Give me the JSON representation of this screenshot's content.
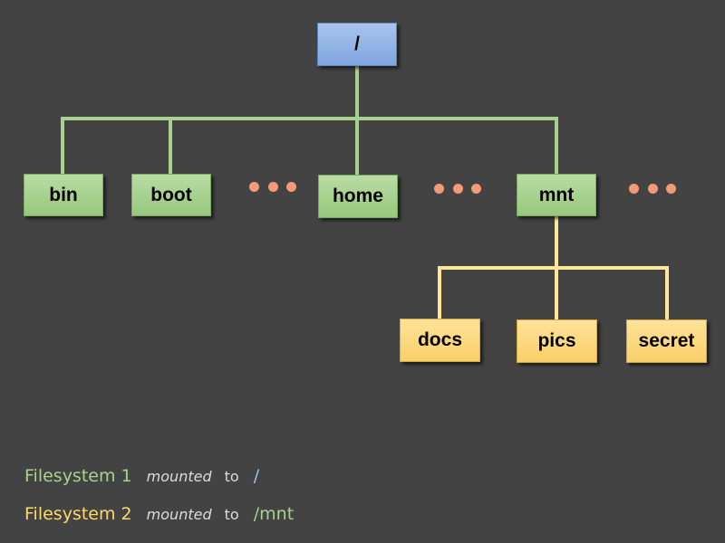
{
  "colors": {
    "background": "#434343",
    "root_fill": "#9dbbe9",
    "fs1_fill": "#aad492",
    "fs2_fill": "#ffdb83",
    "fs1_line": "#a9d18e",
    "fs2_line": "#ffe699",
    "dot": "#f39a76",
    "fs1_text": "#a9d18e",
    "fs2_text": "#ffd966",
    "root_text": "#9dc3e6"
  },
  "tree": {
    "root": {
      "label": "/"
    },
    "level1": [
      {
        "label": "bin"
      },
      {
        "label": "boot"
      },
      {
        "label": "home"
      },
      {
        "label": "mnt"
      }
    ],
    "level2": [
      {
        "label": "docs"
      },
      {
        "label": "pics"
      },
      {
        "label": "secret"
      }
    ]
  },
  "legend": [
    {
      "name": "Filesystem 1",
      "mounted": "mounted",
      "to": "to",
      "path": "/"
    },
    {
      "name": "Filesystem 2",
      "mounted": "mounted",
      "to": "to",
      "path": "/mnt"
    }
  ]
}
